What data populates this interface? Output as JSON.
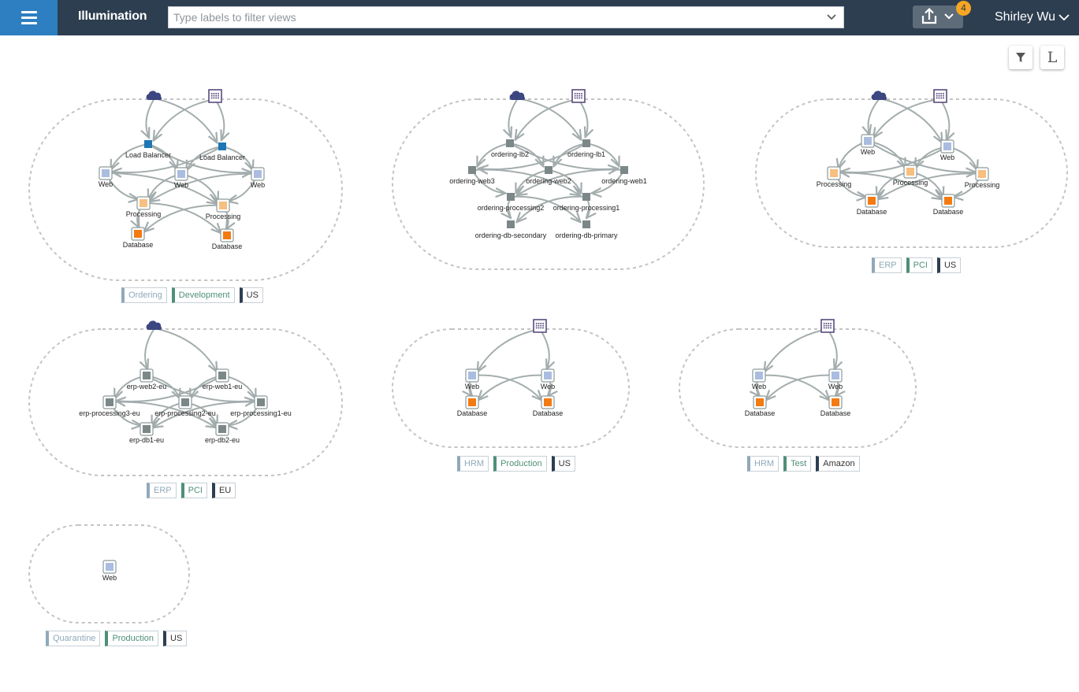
{
  "header": {
    "app_title": "Illumination",
    "filter_placeholder": "Type labels to filter views",
    "notification_count": "4",
    "user_name": "Shirley Wu"
  },
  "toolbar": {
    "legend_label": "L"
  },
  "icons": {
    "menu": "hamburger-icon",
    "dropdown": "chevron-down-icon",
    "export": "upload-icon",
    "filter": "funnel-icon",
    "internet": "cloud-icon",
    "ip_list": "grid-icon"
  },
  "colors": {
    "header_bg": "#2d3e50",
    "menu_bg": "#2e7fc1",
    "badge": "#f6a623",
    "web": "#aabde0",
    "processing": "#f7bf80",
    "database": "#f47a12",
    "load_balancer": "#1e77b4",
    "workload_grey": "#7c8788",
    "edge": "#a4adad",
    "ip_icon": "#5a4b7e",
    "cloud_icon": "#3c4680"
  },
  "groups": [
    {
      "id": "ordering-development-us",
      "labels": [
        {
          "text": "Ordering",
          "kind": "app"
        },
        {
          "text": "Development",
          "kind": "env"
        },
        {
          "text": "US",
          "kind": "loc"
        }
      ],
      "nodes": [
        {
          "id": "lb1",
          "label": "Load Balancer",
          "role": "load_balancer"
        },
        {
          "id": "lb2",
          "label": "Load Balancer",
          "role": "load_balancer"
        },
        {
          "id": "web1",
          "label": "Web",
          "role": "web"
        },
        {
          "id": "web2",
          "label": "Web",
          "role": "web"
        },
        {
          "id": "web3",
          "label": "Web",
          "role": "web"
        },
        {
          "id": "proc1",
          "label": "Processing",
          "role": "processing"
        },
        {
          "id": "proc2",
          "label": "Processing",
          "role": "processing"
        },
        {
          "id": "db1",
          "label": "Database",
          "role": "database"
        },
        {
          "id": "db2",
          "label": "Database",
          "role": "database"
        }
      ],
      "external": [
        "cloud",
        "ip_list"
      ],
      "edges": [
        [
          "cloud",
          "lb1"
        ],
        [
          "cloud",
          "lb2"
        ],
        [
          "iplist",
          "lb1"
        ],
        [
          "iplist",
          "lb2"
        ],
        [
          "lb1",
          "web1"
        ],
        [
          "lb1",
          "web2"
        ],
        [
          "lb1",
          "web3"
        ],
        [
          "lb2",
          "web1"
        ],
        [
          "lb2",
          "web2"
        ],
        [
          "lb2",
          "web3"
        ],
        [
          "web1",
          "proc1"
        ],
        [
          "web1",
          "proc2"
        ],
        [
          "web2",
          "proc1"
        ],
        [
          "web2",
          "proc2"
        ],
        [
          "web3",
          "proc1"
        ],
        [
          "web3",
          "proc2"
        ],
        [
          "proc1",
          "db1"
        ],
        [
          "proc1",
          "db2"
        ],
        [
          "proc2",
          "db1"
        ],
        [
          "proc2",
          "db2"
        ]
      ]
    },
    {
      "id": "ordering-unlabeled",
      "labels": [],
      "nodes": [
        {
          "id": "lb2",
          "label": "ordering-lb2",
          "role": "workload"
        },
        {
          "id": "lb1",
          "label": "ordering-lb1",
          "role": "workload"
        },
        {
          "id": "web3",
          "label": "ordering-web3",
          "role": "workload"
        },
        {
          "id": "web2",
          "label": "ordering-web2",
          "role": "workload"
        },
        {
          "id": "web1",
          "label": "ordering-web1",
          "role": "workload"
        },
        {
          "id": "proc2",
          "label": "ordering-processing2",
          "role": "workload"
        },
        {
          "id": "proc1",
          "label": "ordering-processing1",
          "role": "workload"
        },
        {
          "id": "dbs",
          "label": "ordering-db-secondary",
          "role": "workload"
        },
        {
          "id": "dbp",
          "label": "ordering-db-primary",
          "role": "workload"
        }
      ],
      "external": [
        "cloud",
        "ip_list"
      ],
      "edges": [
        [
          "cloud",
          "lb2"
        ],
        [
          "cloud",
          "lb1"
        ],
        [
          "iplist",
          "lb2"
        ],
        [
          "iplist",
          "lb1"
        ],
        [
          "lb2",
          "web3"
        ],
        [
          "lb2",
          "web2"
        ],
        [
          "lb2",
          "web1"
        ],
        [
          "lb1",
          "web3"
        ],
        [
          "lb1",
          "web2"
        ],
        [
          "lb1",
          "web1"
        ],
        [
          "web3",
          "proc2"
        ],
        [
          "web3",
          "proc1"
        ],
        [
          "web2",
          "proc2"
        ],
        [
          "web2",
          "proc1"
        ],
        [
          "web1",
          "proc2"
        ],
        [
          "web1",
          "proc1"
        ],
        [
          "proc2",
          "dbs"
        ],
        [
          "proc2",
          "dbp"
        ],
        [
          "proc1",
          "dbs"
        ],
        [
          "proc1",
          "dbp"
        ]
      ]
    },
    {
      "id": "erp-pci-us",
      "labels": [
        {
          "text": "ERP",
          "kind": "app"
        },
        {
          "text": "PCI",
          "kind": "env"
        },
        {
          "text": "US",
          "kind": "loc"
        }
      ],
      "nodes": [
        {
          "id": "web1",
          "label": "Web",
          "role": "web"
        },
        {
          "id": "web2",
          "label": "Web",
          "role": "web"
        },
        {
          "id": "proc1",
          "label": "Processing",
          "role": "processing"
        },
        {
          "id": "proc2",
          "label": "Processing",
          "role": "processing"
        },
        {
          "id": "proc3",
          "label": "Processing",
          "role": "processing"
        },
        {
          "id": "db1",
          "label": "Database",
          "role": "database"
        },
        {
          "id": "db2",
          "label": "Database",
          "role": "database"
        }
      ],
      "external": [
        "cloud",
        "ip_list"
      ],
      "edges": [
        [
          "cloud",
          "web1"
        ],
        [
          "cloud",
          "web2"
        ],
        [
          "iplist",
          "web1"
        ],
        [
          "iplist",
          "web2"
        ],
        [
          "web1",
          "proc1"
        ],
        [
          "web1",
          "proc2"
        ],
        [
          "web1",
          "proc3"
        ],
        [
          "web2",
          "proc1"
        ],
        [
          "web2",
          "proc2"
        ],
        [
          "web2",
          "proc3"
        ],
        [
          "proc1",
          "db1"
        ],
        [
          "proc1",
          "db2"
        ],
        [
          "proc2",
          "db1"
        ],
        [
          "proc2",
          "db2"
        ],
        [
          "proc3",
          "db1"
        ],
        [
          "proc3",
          "db2"
        ]
      ]
    },
    {
      "id": "erp-pci-eu",
      "labels": [
        {
          "text": "ERP",
          "kind": "app"
        },
        {
          "text": "PCI",
          "kind": "env"
        },
        {
          "text": "EU",
          "kind": "loc"
        }
      ],
      "nodes": [
        {
          "id": "web2",
          "label": "erp-web2-eu",
          "role": "workload"
        },
        {
          "id": "web1",
          "label": "erp-web1-eu",
          "role": "workload"
        },
        {
          "id": "proc3",
          "label": "erp-processing3-eu",
          "role": "workload"
        },
        {
          "id": "proc2",
          "label": "erp-processing2-eu",
          "role": "workload"
        },
        {
          "id": "proc1",
          "label": "erp-processing1-eu",
          "role": "workload"
        },
        {
          "id": "db1",
          "label": "erp-db1-eu",
          "role": "workload"
        },
        {
          "id": "db2",
          "label": "erp-db2-eu",
          "role": "workload"
        }
      ],
      "external": [
        "cloud"
      ],
      "edges": [
        [
          "cloud",
          "web2"
        ],
        [
          "cloud",
          "web1"
        ],
        [
          "web2",
          "proc3"
        ],
        [
          "web2",
          "proc2"
        ],
        [
          "web2",
          "proc1"
        ],
        [
          "web1",
          "proc3"
        ],
        [
          "web1",
          "proc2"
        ],
        [
          "web1",
          "proc1"
        ],
        [
          "proc3",
          "db1"
        ],
        [
          "proc3",
          "db2"
        ],
        [
          "proc2",
          "db1"
        ],
        [
          "proc2",
          "db2"
        ],
        [
          "proc1",
          "db1"
        ],
        [
          "proc1",
          "db2"
        ]
      ]
    },
    {
      "id": "hrm-production-us",
      "labels": [
        {
          "text": "HRM",
          "kind": "app"
        },
        {
          "text": "Production",
          "kind": "env"
        },
        {
          "text": "US",
          "kind": "loc"
        }
      ],
      "nodes": [
        {
          "id": "web1",
          "label": "Web",
          "role": "web"
        },
        {
          "id": "web2",
          "label": "Web",
          "role": "web"
        },
        {
          "id": "db1",
          "label": "Database",
          "role": "database"
        },
        {
          "id": "db2",
          "label": "Database",
          "role": "database"
        }
      ],
      "external": [
        "ip_list"
      ],
      "edges": [
        [
          "iplist",
          "web1"
        ],
        [
          "iplist",
          "web2"
        ],
        [
          "web1",
          "db1"
        ],
        [
          "web1",
          "db2"
        ],
        [
          "web2",
          "db1"
        ],
        [
          "web2",
          "db2"
        ]
      ]
    },
    {
      "id": "hrm-test-amazon",
      "labels": [
        {
          "text": "HRM",
          "kind": "app"
        },
        {
          "text": "Test",
          "kind": "env"
        },
        {
          "text": "Amazon",
          "kind": "loc"
        }
      ],
      "nodes": [
        {
          "id": "web1",
          "label": "Web",
          "role": "web"
        },
        {
          "id": "web2",
          "label": "Web",
          "role": "web"
        },
        {
          "id": "db1",
          "label": "Database",
          "role": "database"
        },
        {
          "id": "db2",
          "label": "Database",
          "role": "database"
        }
      ],
      "external": [
        "ip_list"
      ],
      "edges": [
        [
          "iplist",
          "web1"
        ],
        [
          "iplist",
          "web2"
        ],
        [
          "web1",
          "db1"
        ],
        [
          "web1",
          "db2"
        ],
        [
          "web2",
          "db1"
        ],
        [
          "web2",
          "db2"
        ]
      ]
    },
    {
      "id": "quarantine-production-us",
      "labels": [
        {
          "text": "Quarantine",
          "kind": "app"
        },
        {
          "text": "Production",
          "kind": "env"
        },
        {
          "text": "US",
          "kind": "loc"
        }
      ],
      "nodes": [
        {
          "id": "web1",
          "label": "Web",
          "role": "web"
        }
      ],
      "external": [],
      "edges": []
    }
  ]
}
